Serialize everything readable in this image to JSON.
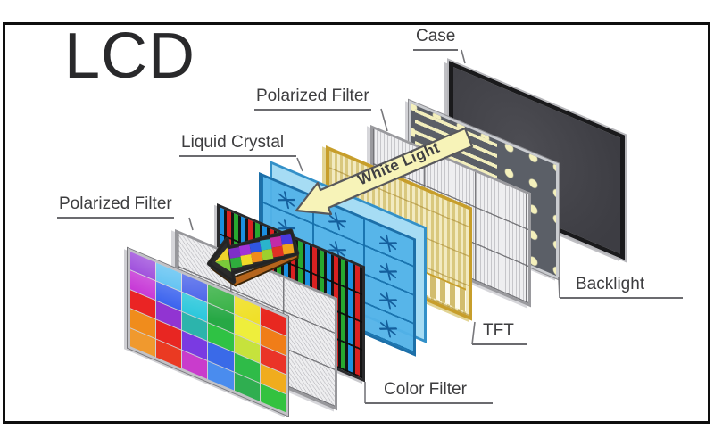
{
  "title": "LCD",
  "labels": {
    "case": "Case",
    "rear_polarized_filter": "Polarized Filter",
    "liquid_crystal": "Liquid Crystal",
    "front_polarized_filter": "Polarized Filter",
    "backlight": "Backlight",
    "tft": "TFT",
    "color_filter": "Color Filter"
  },
  "arrow": {
    "white_light": "White Light"
  },
  "colors": {
    "white_light_arrow": "#f7f3b8",
    "liquid_crystal_blue": "#52b2e8",
    "tft_gold": "#c79e2b",
    "color_filter_red": "#d92121",
    "color_filter_green": "#27a82f",
    "color_filter_blue": "#1b8fe0",
    "backlight_led": "#f2eebc",
    "case_face": "#45454b"
  },
  "display_grid": {
    "rows": 5,
    "cols": 6,
    "cells": [
      [
        "#8d2fd6",
        "#49b9f0",
        "#3a55e8",
        "#2fae3d",
        "#f0e028",
        "#e82820"
      ],
      [
        "#c636d6",
        "#3a62ee",
        "#2ec8dc",
        "#27a845",
        "#eeee3c",
        "#f07d18"
      ],
      [
        "#ea2424",
        "#9134d2",
        "#2cb4ac",
        "#2fc244",
        "#c6e23c",
        "#ea3428"
      ],
      [
        "#f08c1c",
        "#e82622",
        "#7a3ae2",
        "#3a6ae8",
        "#2fbb48",
        "#f0ac1e"
      ],
      [
        "#f0992e",
        "#ea3a22",
        "#c93ccc",
        "#4a8cee",
        "#2fae50",
        "#33c23f"
      ]
    ]
  },
  "rainbow_arrow": {
    "colors": [
      [
        "#7e2fc8",
        "#a233d8",
        "#3056e0",
        "#2ab4cc",
        "#c22ba8",
        "#4a3ae0"
      ],
      [
        "#2fae3d",
        "#f0d928",
        "#f08b1c",
        "#9ccf2e",
        "#e03024",
        "#f0a41e"
      ]
    ]
  }
}
